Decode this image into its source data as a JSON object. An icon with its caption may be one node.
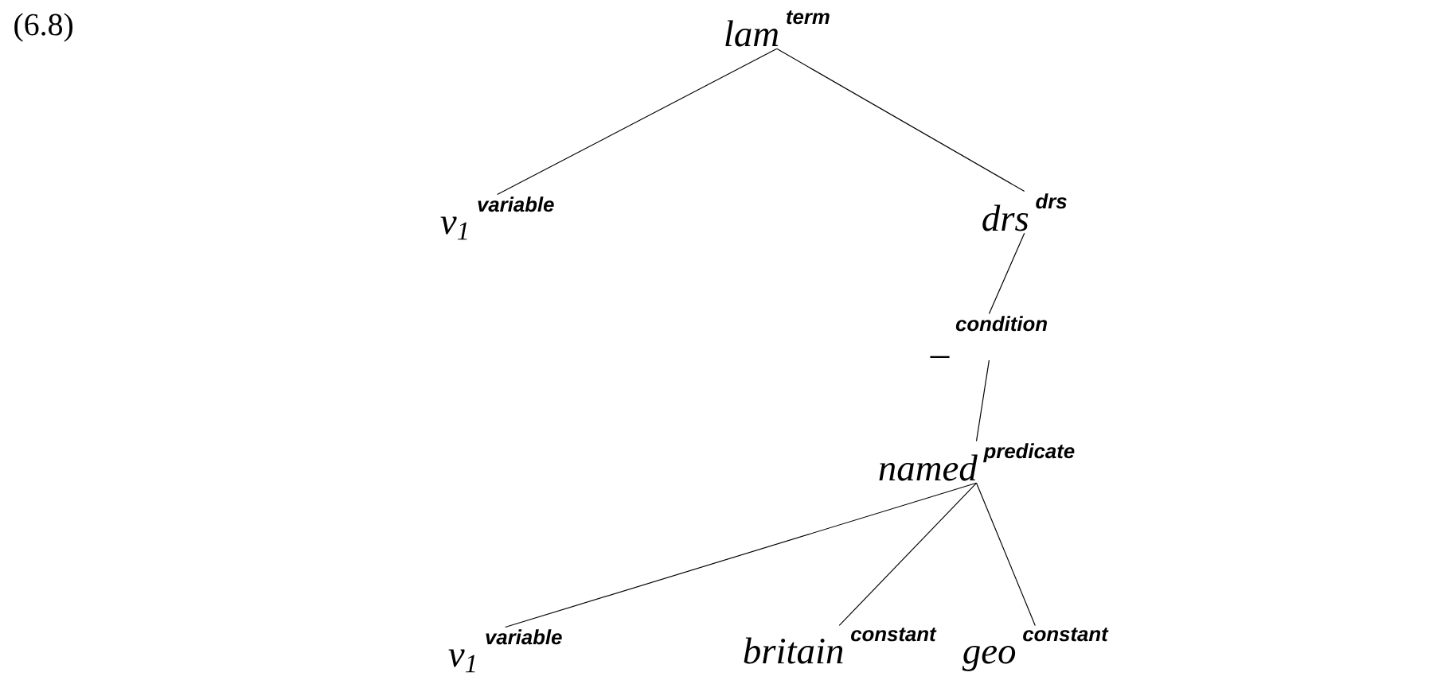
{
  "diagram": {
    "nodes": [
      {
        "text": [
          "lam",
          "term"
        ]
      },
      {
        "text": [
          "v$_{1}$",
          "variable"
        ]
      },
      {
        "text": [
          "drs",
          "drs"
        ]
      },
      {
        "text": [
          "_",
          "condition"
        ]
      },
      {
        "text": [
          "named",
          "predicate"
        ]
      },
      {
        "text": [
          "v$_{1}$",
          "variable"
        ]
      },
      {
        "text": [
          "britain",
          "constant"
        ]
      },
      {
        "text": [
          "geo",
          "constant"
        ]
      }
    ],
    "edges": [
      {
        "from": 0,
        "to": 1,
        "arrow": "none"
      },
      {
        "from": 0,
        "to": 2,
        "arrow": "none"
      },
      {
        "from": 2,
        "to": 3,
        "arrow": "none"
      },
      {
        "from": 3,
        "to": 4,
        "arrow": "none"
      },
      {
        "from": 4,
        "to": 5,
        "arrow": "none"
      },
      {
        "from": 4,
        "to": 6,
        "arrow": "none"
      },
      {
        "from": 4,
        "to": 7,
        "arrow": "none"
      }
    ],
    "labels": [
      "(6.8)"
    ]
  }
}
